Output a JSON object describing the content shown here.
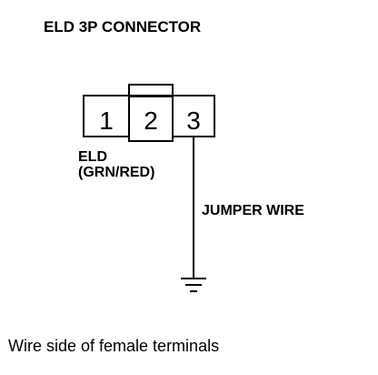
{
  "title": "ELD 3P CONNECTOR",
  "connector": {
    "pins": [
      "1",
      "2",
      "3"
    ]
  },
  "labels": {
    "eld_name": "ELD",
    "eld_wire": "(GRN/RED)",
    "jumper": "JUMPER WIRE"
  },
  "caption": "Wire side of female terminals",
  "symbols": {
    "ground": "ground-icon"
  },
  "colors": {
    "ink": "#000000",
    "background": "#ffffff"
  }
}
